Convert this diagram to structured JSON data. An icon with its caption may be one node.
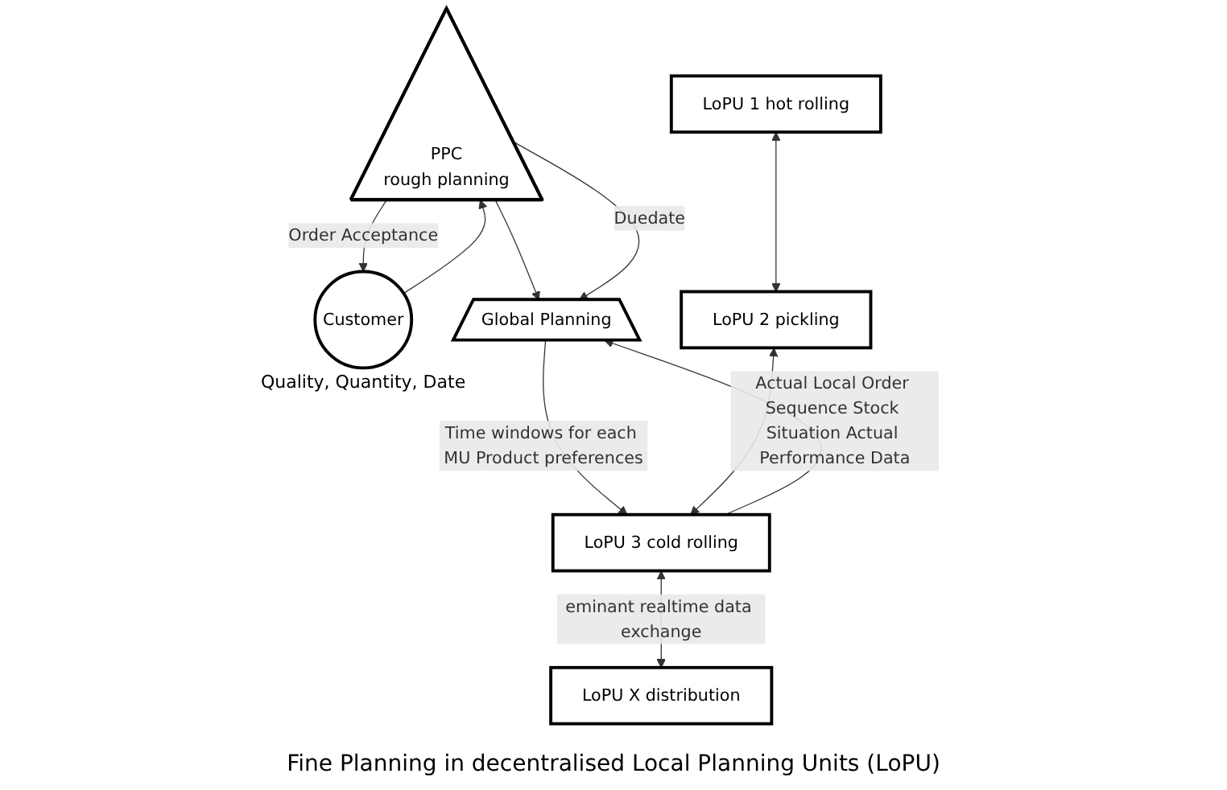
{
  "diagram": {
    "caption": "Fine Planning in decentralised Local Planning Units (LoPU)",
    "nodes": [
      {
        "text": [
          "PPC",
          "rough planning"
        ]
      },
      {
        "text": [
          "Customer"
        ],
        "beside": [
          "Quality, Quantity, Date"
        ]
      },
      {
        "text": [
          "Global Planning"
        ]
      },
      {
        "text": [
          "LoPU 1 hot rolling"
        ]
      },
      {
        "text": [
          "LoPU 2 pickling"
        ]
      },
      {
        "text": [
          "LoPU 3 cold rolling"
        ]
      },
      {
        "text": [
          "LoPU X distribution"
        ]
      }
    ],
    "edges": [
      {
        "from": 0,
        "to": 1,
        "arrow": "to",
        "label": "Order Acceptance"
      },
      {
        "from": 1,
        "to": 0,
        "arrow": "to"
      },
      {
        "from": 0,
        "to": 2,
        "arrow": "to"
      },
      {
        "from": 0,
        "to": 2,
        "arrow": "to",
        "label": "Duedate"
      },
      {
        "from": 5,
        "to": 2,
        "arrow": "to",
        "label": "Actual Local Order Sequence Stock Situation Actual Performance Data"
      },
      {
        "from": 2,
        "to": 5,
        "arrow": "to",
        "label": "Time windows for each MU Product preferences"
      },
      {
        "from": 3,
        "to": 4,
        "arrow": "both"
      },
      {
        "from": 4,
        "to": 5,
        "arrow": "both"
      },
      {
        "from": 5,
        "to": 6,
        "arrow": "both",
        "label": "eminant realtime data exchange"
      }
    ]
  }
}
